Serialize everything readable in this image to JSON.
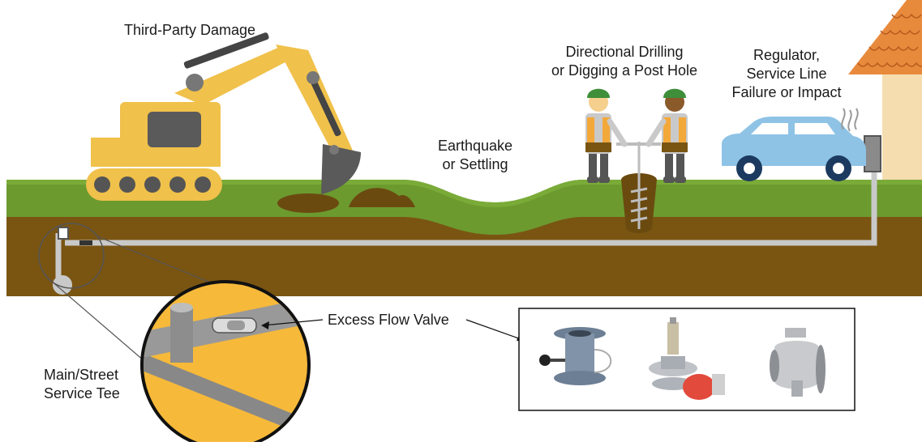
{
  "labels": {
    "third_party_damage": "Third-Party Damage",
    "drilling_line1": "Directional Drilling",
    "drilling_line2": "or Digging a Post Hole",
    "regulator_line1": "Regulator,",
    "regulator_line2": "Service Line",
    "regulator_line3": "Failure or Impact",
    "earthquake_line1": "Earthquake",
    "earthquake_line2": "or Settling",
    "excess_flow_valve": "Excess Flow Valve",
    "main_tee_line1": "Main/Street",
    "main_tee_line2": "Service Tee"
  },
  "colors": {
    "grass": "#6c9a2f",
    "soil": "#7a5512",
    "pipe": "#c9c9c9",
    "excavator": "#f0c14b",
    "magnifier_fill": "#f6b93a",
    "car": "#8ec3e6",
    "roof": "#e88a3c",
    "house_wall": "#f5ddb0",
    "hard_hat": "#3e8e3a",
    "vest": "#f3a83a"
  },
  "icons": {
    "excavator": "excavator-icon",
    "workers": "worker-icon",
    "car": "car-icon",
    "house": "house-icon",
    "valve_photos": [
      "flange-valve-icon",
      "regulator-valve-icon",
      "check-valve-icon"
    ]
  }
}
